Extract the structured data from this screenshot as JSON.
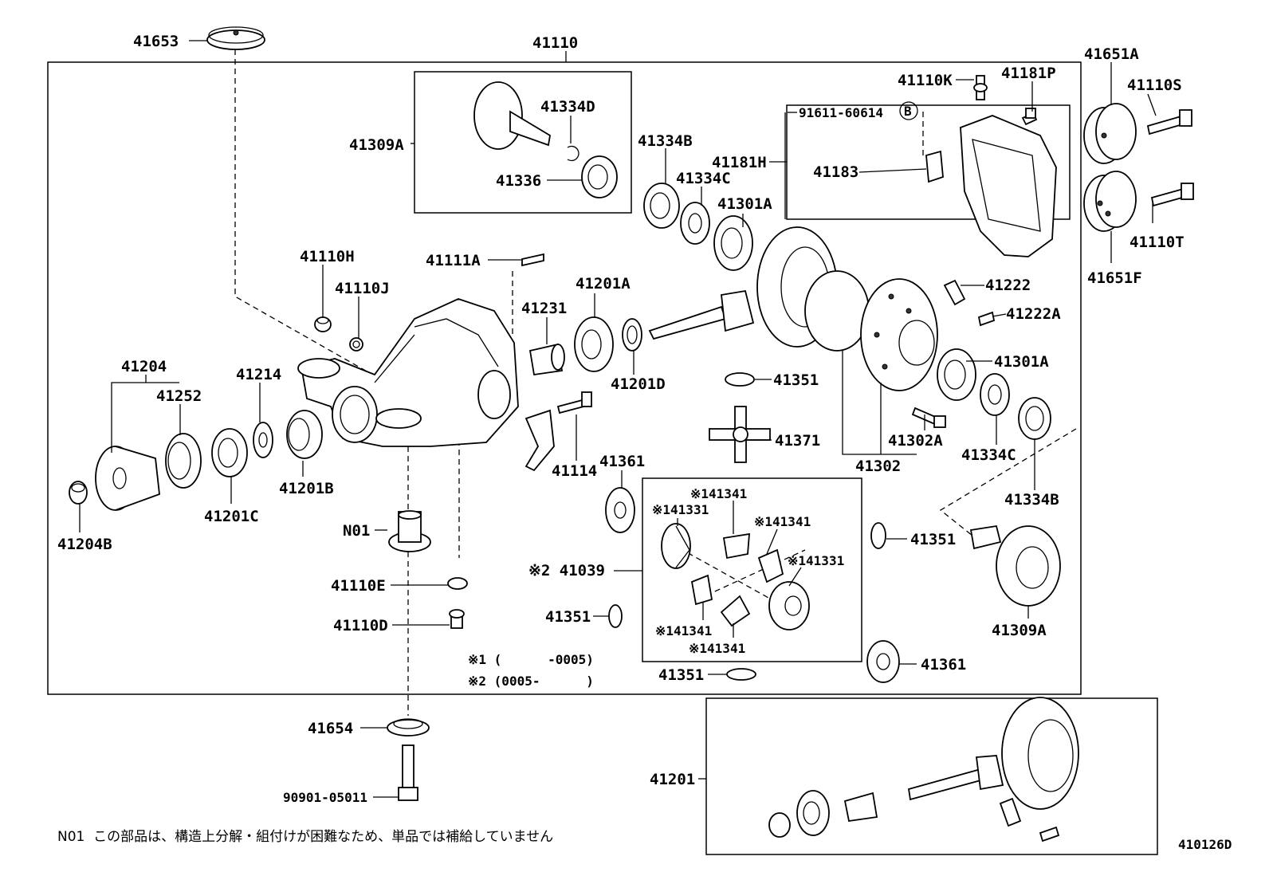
{
  "labels": {
    "p41653": "41653",
    "p41110": "41110",
    "p41309A_top": "41309A",
    "p41334D": "41334D",
    "p41336": "41336",
    "p41334B_top": "41334B",
    "p41334C_top": "41334C",
    "p41301A_top": "41301A",
    "p41181H": "41181H",
    "p91611": "91611-60614",
    "pB": "B",
    "p41183": "41183",
    "p41110K": "41110K",
    "p41181P": "41181P",
    "p41651A": "41651A",
    "p41110S": "41110S",
    "p41110T": "41110T",
    "p41651F": "41651F",
    "p41110H": "41110H",
    "p41110J": "41110J",
    "p41111A": "41111A",
    "p41201A": "41201A",
    "p41231": "41231",
    "p41201D": "41201D",
    "p41222": "41222",
    "p41222A": "41222A",
    "p41204": "41204",
    "p41252": "41252",
    "p41214": "41214",
    "p41201B": "41201B",
    "p41201C": "41201C",
    "p41204B": "41204B",
    "p41114": "41114",
    "p41351_a": "41351",
    "p41371": "41371",
    "p41301A_mid": "41301A",
    "p41302A": "41302A",
    "p41302": "41302",
    "p41334C_mid": "41334C",
    "p41334B_mid": "41334B",
    "p41361_a": "41361",
    "p41341_a": "※141341",
    "p41331_a": "※141331",
    "p41341_b": "※141341",
    "p41331_b": "※141331",
    "p41341_c": "※141341",
    "p41341_d": "※141341",
    "p41039": "※2 41039",
    "p41351_b": "41351",
    "p41309A_mid": "41309A",
    "p41351_c": "41351",
    "p41351_d": "41351",
    "p41361_b": "41361",
    "pN01": "N01",
    "p41110E": "41110E",
    "p41110D": "41110D",
    "p41654": "41654",
    "p90901": "90901-05011",
    "p41201": "41201"
  },
  "notes": {
    "n1": "※1 (      -0005)",
    "n2": "※2 (0005-      )",
    "footnote": "N01  この部品は、構造上分解・組付けが困難なため、単品では補給していません",
    "figure_code": "410126D"
  }
}
